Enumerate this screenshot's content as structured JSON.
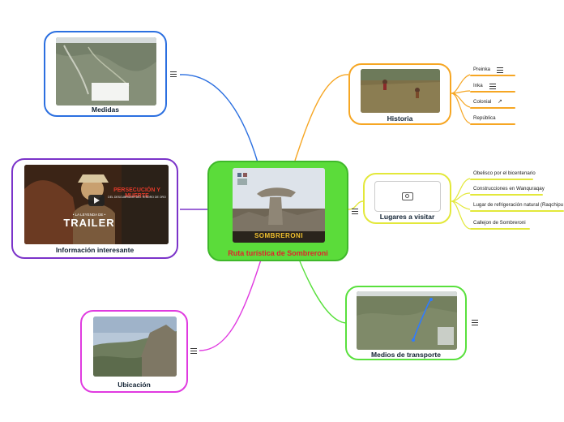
{
  "central": {
    "title": "Ruta turística de Sombreroni",
    "image_banner": "SOMBRERONI",
    "color": "#5bdc3a",
    "title_color": "#e0242c"
  },
  "branches": {
    "historia": {
      "title": "Historia",
      "color": "#f6a623",
      "children": [
        {
          "label": "Preinka",
          "icon": "notes-icon"
        },
        {
          "label": "Inka",
          "icon": "notes-icon"
        },
        {
          "label": "Colonial",
          "icon": "external-link-icon"
        },
        {
          "label": "República",
          "icon": ""
        }
      ]
    },
    "lugares": {
      "title": "Lugares a visitar",
      "color": "#e3e83a",
      "icon": "camera-icon",
      "children": [
        {
          "label": "Obelisco por el bicentenario"
        },
        {
          "label": "Construcciones en Wanquraqay"
        },
        {
          "label": "Lugar de refrigeración natural (Raqchipu"
        },
        {
          "label": "Callejon de Sombreroni"
        }
      ]
    },
    "medios": {
      "title": "Medios de transporte",
      "color": "#59e03d"
    },
    "ubicacion": {
      "title": "Ubicación",
      "color": "#e03ae0"
    },
    "informacion": {
      "title": "Información interesante",
      "color": "#7b33c9",
      "video": {
        "banner_top": "PERSECUCIÓN Y MUERTE",
        "banner_sub": "DEL DESCUBRIDOR DEL TESORO DE ORO",
        "pre_label": "• LA LEYENDA DE •",
        "trailer": "TRAILER"
      }
    },
    "medidas": {
      "title": "Medidas",
      "color": "#2b6fe0"
    }
  }
}
